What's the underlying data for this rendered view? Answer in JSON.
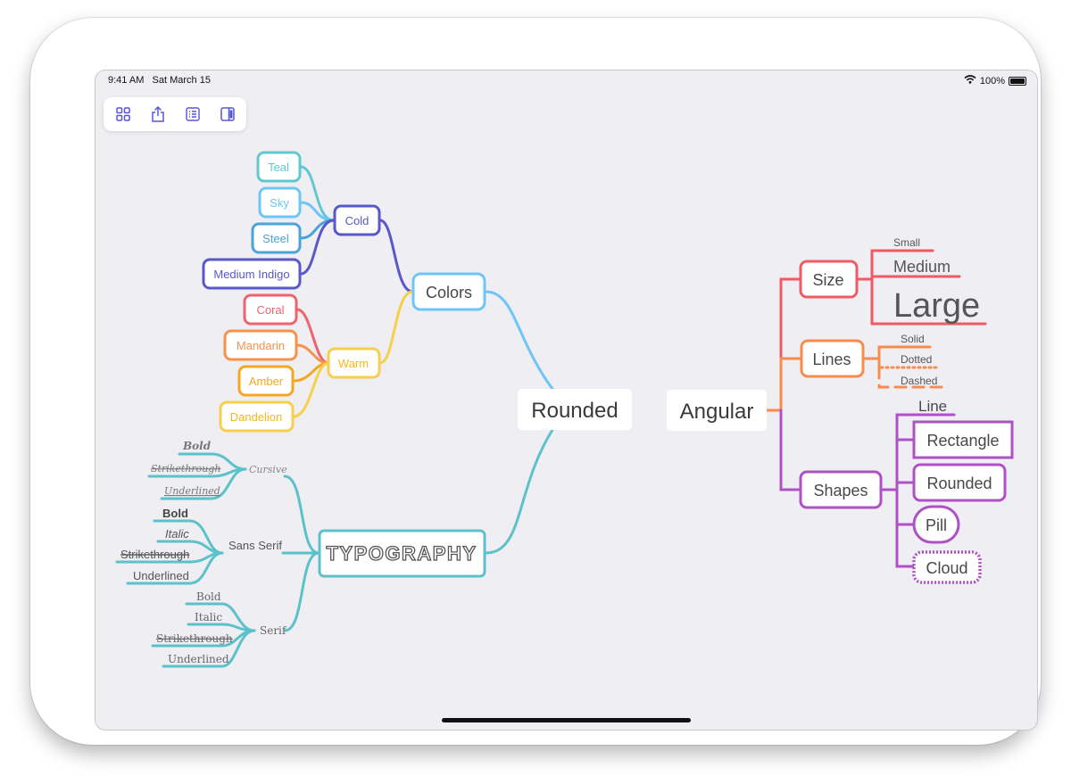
{
  "status": {
    "time": "9:41 AM",
    "date": "Sat March 15",
    "battery": "100%"
  },
  "toolbar": [
    {
      "name": "grid-icon"
    },
    {
      "name": "share-icon"
    },
    {
      "name": "outline-icon"
    },
    {
      "name": "sidebar-icon"
    }
  ],
  "colors": {
    "rounded_blue": "#6ec6f8",
    "indigo": "#5a57c9",
    "teal": "#5fc9cf",
    "sky": "#6ec6f8",
    "steel": "#4aa3d9",
    "coral": "#f0626d",
    "mandarin": "#f6924a",
    "amber": "#f5a623",
    "dandelion": "#f8cf4b",
    "typo_teal": "#5bc2c9",
    "size_red": "#ef5a65",
    "lines_orange": "#f88c4c",
    "shapes_purple": "#b050c7"
  },
  "mindmap": {
    "left_root": "Rounded",
    "right_root": "Angular",
    "colors_branch": {
      "label": "Colors",
      "cold": {
        "label": "Cold",
        "items": [
          "Teal",
          "Sky",
          "Steel",
          "Medium Indigo"
        ]
      },
      "warm": {
        "label": "Warm",
        "items": [
          "Coral",
          "Mandarin",
          "Amber",
          "Dandelion"
        ]
      }
    },
    "typography_branch": {
      "label": "TYPOGRAPHY",
      "cursive": {
        "label": "Cursive",
        "items": [
          "Bold",
          "Strikethrough",
          "Underlined"
        ]
      },
      "sans_serif": {
        "label": "Sans Serif",
        "items": [
          "Bold",
          "Italic",
          "Strikethrough",
          "Underlined"
        ]
      },
      "serif": {
        "label": "Serif",
        "items": [
          "Bold",
          "Italic",
          "Strikethrough",
          "Underlined"
        ]
      }
    },
    "size_branch": {
      "label": "Size",
      "items": [
        "Small",
        "Medium",
        "Large"
      ]
    },
    "lines_branch": {
      "label": "Lines",
      "items": [
        "Solid",
        "Dotted",
        "Dashed"
      ]
    },
    "shapes_branch": {
      "label": "Shapes",
      "items": [
        "Line",
        "Rectangle",
        "Rounded",
        "Pill",
        "Cloud"
      ]
    }
  }
}
